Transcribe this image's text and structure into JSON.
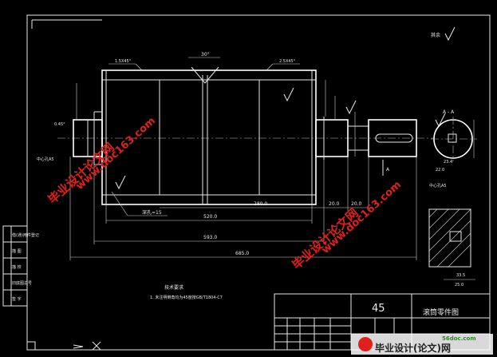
{
  "drawing": {
    "annotations": {
      "angle_top": "30°",
      "chamfer_left": "1.5X45°",
      "chamfer_right": "2.5X45°",
      "edge_left": "0.45°",
      "center_hole_left": "中心孔A5",
      "center_hole_right": "中心孔A5",
      "thread_depth": "深孔=15",
      "dim_overall": "685.0",
      "dim_middle": "593.0",
      "dim_body": "520.0",
      "dim_tube": "280.0",
      "dim_a": "20.0",
      "dim_b": "20.0",
      "dim_right_small": "33.5",
      "dim_right_total": "25.0",
      "dim_key_1": "22.0",
      "dim_key_2": "23.4",
      "section_label": "A - A",
      "arrow_A": "A",
      "roughness_note": "其余"
    },
    "tech_requirements": {
      "title": "技术要求",
      "line1": "1. 未注明倒角均为45度按GB/T1804-C7"
    },
    "title_block": {
      "material": "45",
      "part_name": "滚筒零件图"
    },
    "left_border_labels": [
      "借(通)用件登记",
      "描 图",
      "描 校",
      "旧底图总号",
      "签 字"
    ]
  },
  "watermarks": {
    "site_cn": "毕业设计论文网",
    "url": "www.doc163.com",
    "logo_small": "56doc.com",
    "logo_big": "毕业设计(论文)网"
  },
  "colors": {
    "line": "#e8e8e8",
    "watermark": "#e0201c",
    "background": "#000000"
  }
}
